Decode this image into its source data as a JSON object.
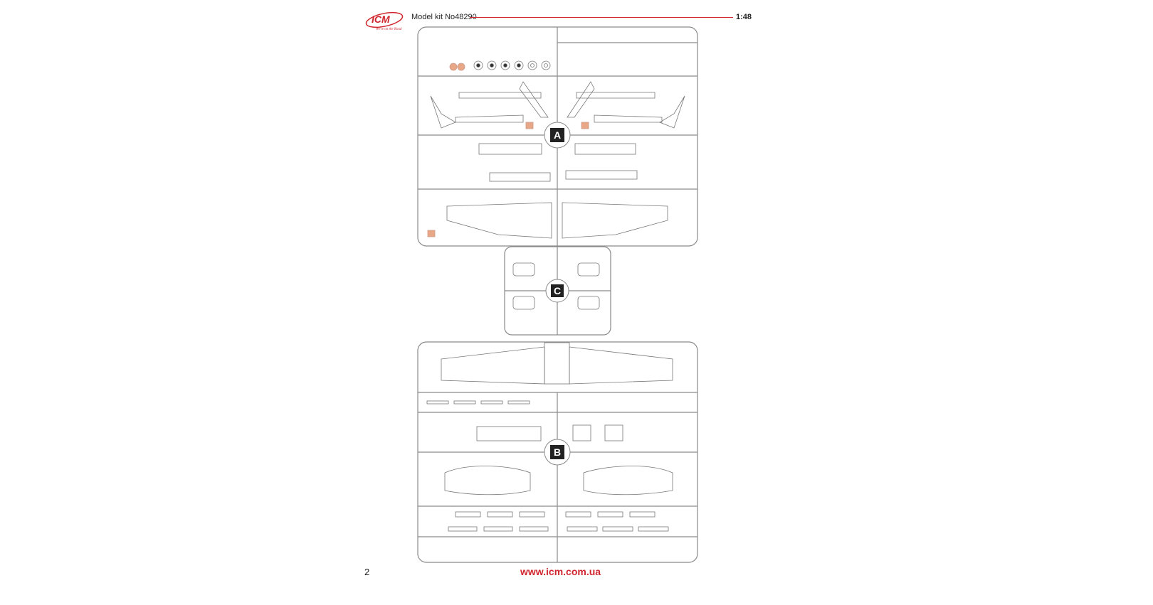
{
  "header": {
    "logo_text": "ICM",
    "logo_tagline": "We're on the Road",
    "title": "Model kit No48290",
    "scale": "1:48"
  },
  "sprues": [
    {
      "letter": "A"
    },
    {
      "letter": "C"
    },
    {
      "letter": "B"
    }
  ],
  "footer": {
    "page_number": "2",
    "url": "www.icm.com.ua"
  },
  "colors": {
    "accent": "#d0262e",
    "line": "#8a8a8a",
    "clear_part": "#e8a888"
  }
}
